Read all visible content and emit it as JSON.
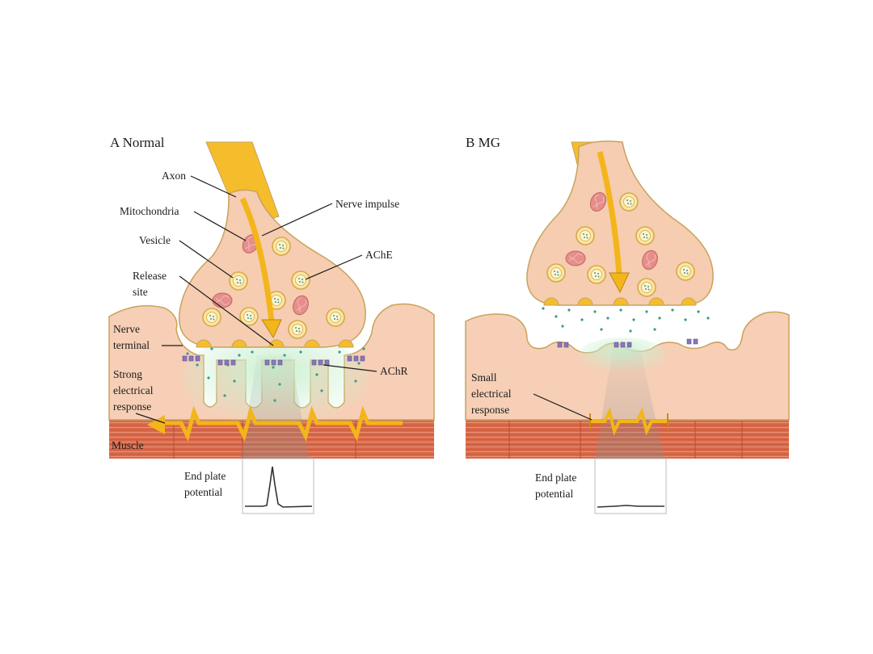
{
  "panels": {
    "normal": {
      "title": "A  Normal"
    },
    "mg": {
      "title": "B  MG"
    }
  },
  "labels": {
    "axon": "Axon",
    "mitochondria": "Mitochondria",
    "vesicle": "Vesicle",
    "release_site_line1": "Release",
    "release_site_line2": "site",
    "nerve_terminal_line1": "Nerve",
    "nerve_terminal_line2": "terminal",
    "strong_response_line1": "Strong",
    "strong_response_line2": "electrical",
    "strong_response_line3": "response",
    "muscle": "Muscle",
    "nerve_impulse": "Nerve impulse",
    "ache": "AChE",
    "achr": "AChR",
    "epp_line1": "End plate",
    "epp_line2": "potential",
    "small_response_line1": "Small",
    "small_response_line2": "electrical",
    "small_response_line3": "response",
    "epp_mg_line1": "End plate",
    "epp_mg_line2": "potential"
  },
  "colors": {
    "axon": "#f5bd2c",
    "terminal": "#f6cdb1",
    "outline": "#c9a25a",
    "vesicle_fill": "#fbe6a4",
    "vesicle_ring": "#d4a84a",
    "mitochondria": "#e58e8b",
    "postsynaptic": "#f6cfb6",
    "muscle": "#d9694a",
    "muscle_stripe": "#e88f70",
    "ach_dots": "#3a9a8e",
    "achr": "#8a76b8",
    "impulse": "#f3b51a"
  }
}
